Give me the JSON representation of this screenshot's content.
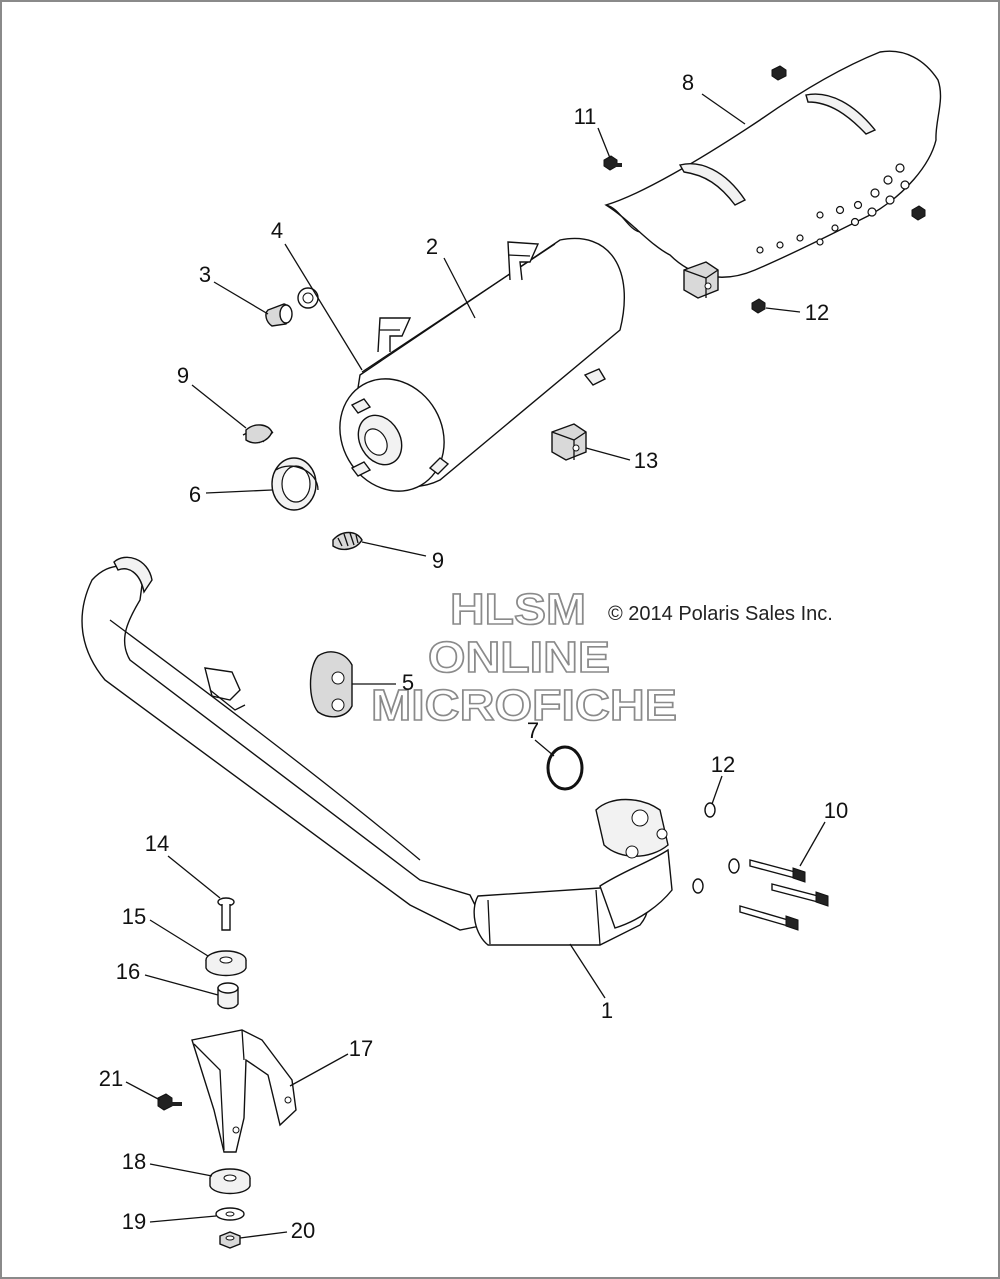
{
  "diagram": {
    "copyright": "© 2014 Polaris Sales Inc.",
    "watermark": [
      "HLSM",
      "ONLINE",
      "MICROFICHE"
    ],
    "callouts": [
      {
        "id": "c1",
        "label": "1"
      },
      {
        "id": "c2",
        "label": "2"
      },
      {
        "id": "c3",
        "label": "3"
      },
      {
        "id": "c4",
        "label": "4"
      },
      {
        "id": "c5",
        "label": "5"
      },
      {
        "id": "c6",
        "label": "6"
      },
      {
        "id": "c7",
        "label": "7"
      },
      {
        "id": "c8",
        "label": "8"
      },
      {
        "id": "c9a",
        "label": "9"
      },
      {
        "id": "c9b",
        "label": "9"
      },
      {
        "id": "c10",
        "label": "10"
      },
      {
        "id": "c11",
        "label": "11"
      },
      {
        "id": "c12a",
        "label": "12"
      },
      {
        "id": "c12b",
        "label": "12"
      },
      {
        "id": "c13",
        "label": "13"
      },
      {
        "id": "c14",
        "label": "14"
      },
      {
        "id": "c15",
        "label": "15"
      },
      {
        "id": "c16",
        "label": "16"
      },
      {
        "id": "c17",
        "label": "17"
      },
      {
        "id": "c18",
        "label": "18"
      },
      {
        "id": "c19",
        "label": "19"
      },
      {
        "id": "c20",
        "label": "20"
      },
      {
        "id": "c21",
        "label": "21"
      }
    ]
  }
}
